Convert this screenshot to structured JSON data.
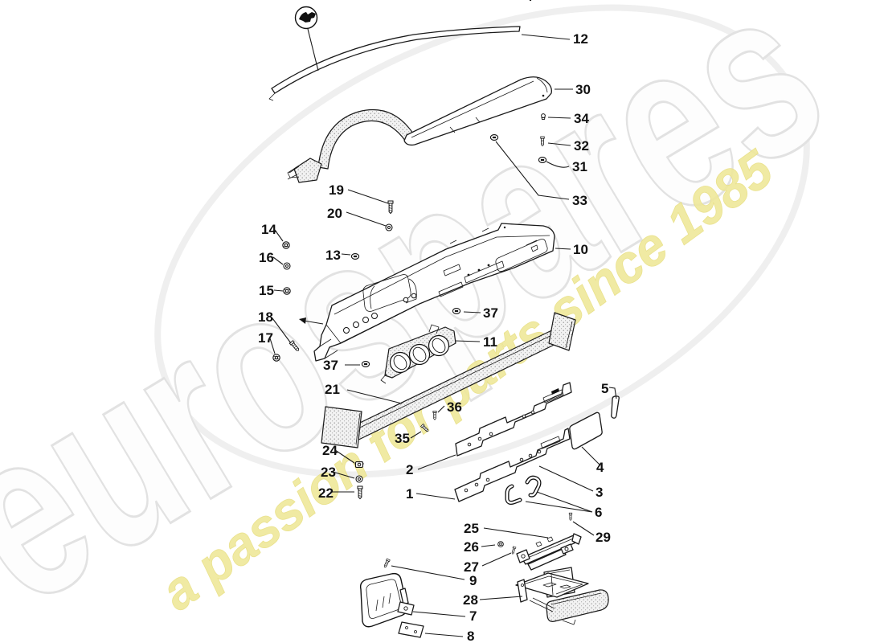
{
  "watermark": {
    "brand": "eurospares",
    "tagline": "a passion for parts since 1985",
    "brand_fill": "#fdfdfd",
    "brand_outline": "#e2e2e2",
    "tagline_color": "#efe89a"
  },
  "logo_badge": {
    "description": "circled clip symbol"
  },
  "callouts": [
    {
      "n": "12"
    },
    {
      "n": "30"
    },
    {
      "n": "34"
    },
    {
      "n": "32"
    },
    {
      "n": "31"
    },
    {
      "n": "33"
    },
    {
      "n": "10"
    },
    {
      "n": "19"
    },
    {
      "n": "20"
    },
    {
      "n": "14"
    },
    {
      "n": "16"
    },
    {
      "n": "13"
    },
    {
      "n": "15"
    },
    {
      "n": "18"
    },
    {
      "n": "17"
    },
    {
      "n": "37"
    },
    {
      "n": "11"
    },
    {
      "n": "37"
    },
    {
      "n": "21"
    },
    {
      "n": "36"
    },
    {
      "n": "35"
    },
    {
      "n": "5"
    },
    {
      "n": "24"
    },
    {
      "n": "2"
    },
    {
      "n": "23"
    },
    {
      "n": "4"
    },
    {
      "n": "22"
    },
    {
      "n": "1"
    },
    {
      "n": "3"
    },
    {
      "n": "6"
    },
    {
      "n": "25"
    },
    {
      "n": "29"
    },
    {
      "n": "26"
    },
    {
      "n": "27"
    },
    {
      "n": "9"
    },
    {
      "n": "28"
    },
    {
      "n": "7"
    },
    {
      "n": "8"
    }
  ]
}
